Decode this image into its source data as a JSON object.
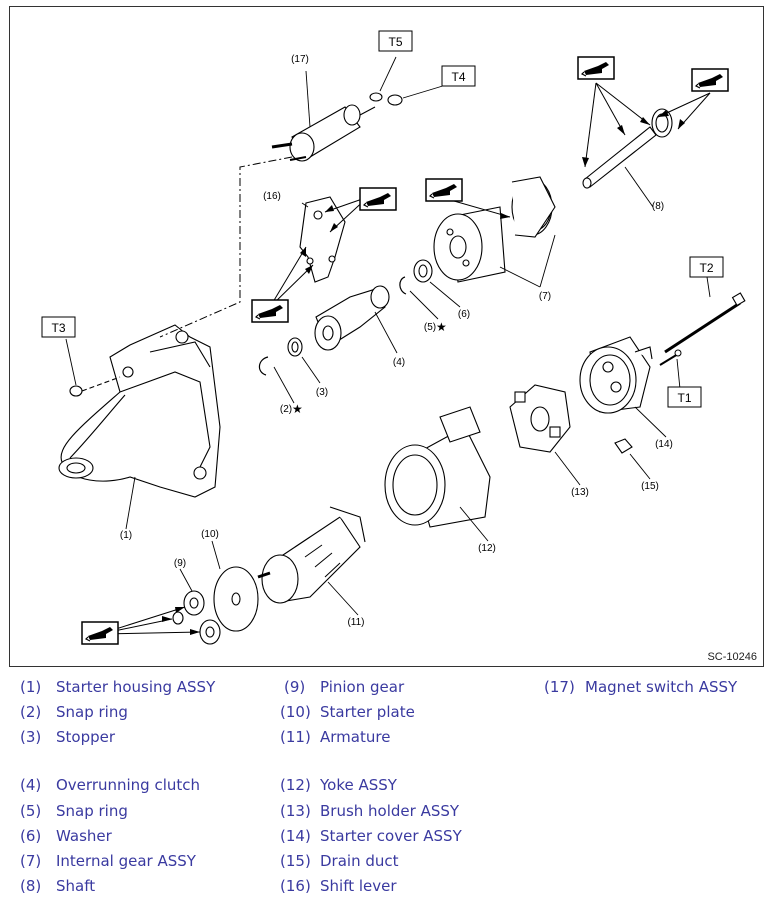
{
  "figure": {
    "code": "SC-10246",
    "torque_labels": [
      "T1",
      "T2",
      "T3",
      "T4",
      "T5"
    ],
    "callouts": [
      "(1)",
      "(2)",
      "(3)",
      "(4)",
      "(5)",
      "(6)",
      "(7)",
      "(8)",
      "(9)",
      "(10)",
      "(11)",
      "(12)",
      "(13)",
      "(14)",
      "(15)",
      "(16)",
      "(17)"
    ],
    "star": "★",
    "line_color": "#000000"
  },
  "legend": [
    {
      "num": "(1)",
      "name": "Starter housing ASSY"
    },
    {
      "num": "(2)",
      "name": "Snap ring"
    },
    {
      "num": "(3)",
      "name": "Stopper"
    },
    {
      "num": "(4)",
      "name": "Overrunning clutch"
    },
    {
      "num": "(5)",
      "name": "Snap ring"
    },
    {
      "num": "(6)",
      "name": "Washer"
    },
    {
      "num": "(7)",
      "name": "Internal gear ASSY"
    },
    {
      "num": "(8)",
      "name": "Shaft"
    },
    {
      "num": "(9)",
      "name": "Pinion gear"
    },
    {
      "num": "(10)",
      "name": "Starter plate"
    },
    {
      "num": "(11)",
      "name": "Armature"
    },
    {
      "num": "(12)",
      "name": "Yoke ASSY"
    },
    {
      "num": "(13)",
      "name": "Brush holder ASSY"
    },
    {
      "num": "(14)",
      "name": "Starter cover ASSY"
    },
    {
      "num": "(15)",
      "name": "Drain duct"
    },
    {
      "num": "(16)",
      "name": "Shift lever"
    },
    {
      "num": "(17)",
      "name": "Magnet switch ASSY"
    }
  ],
  "legend_color": "#3a3aa0"
}
